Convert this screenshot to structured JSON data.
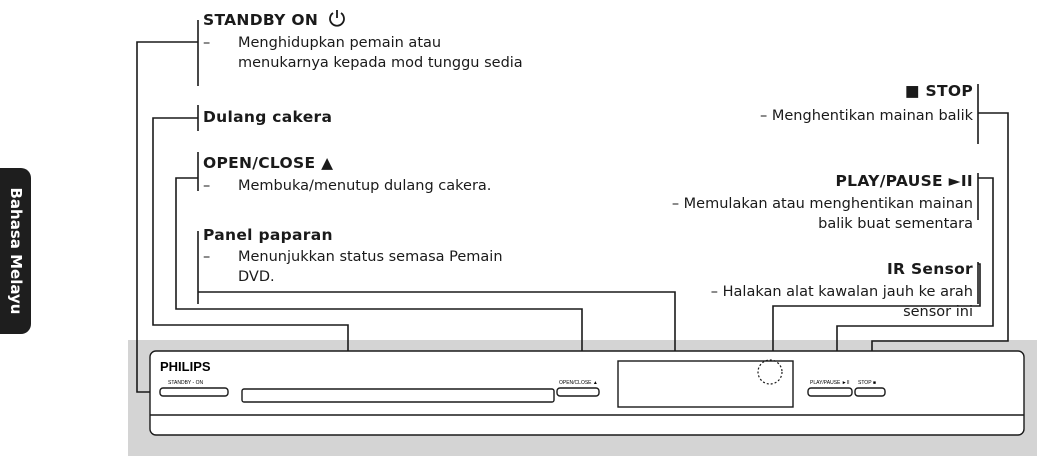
{
  "side_tab": "Bahasa Melayu",
  "left_items": [
    {
      "title": "STANDBY ON",
      "lines": [
        "Menghidupkan pemain atau",
        "menukarnya kepada mod tunggu sedia"
      ]
    },
    {
      "title": "Dulang cakera",
      "lines": []
    },
    {
      "title": "OPEN/CLOSE ▲",
      "lines": [
        "Membuka/menutup dulang cakera."
      ]
    },
    {
      "title": "Panel paparan",
      "lines": [
        "Menunjukkan status semasa Pemain",
        "DVD."
      ]
    }
  ],
  "right_items": [
    {
      "title": "■ STOP",
      "lines": [
        "– Menghentikan mainan balik"
      ]
    },
    {
      "title": "PLAY/PAUSE ►II",
      "lines": [
        "– Memulakan atau menghentikan mainan",
        "balik buat sementara"
      ]
    },
    {
      "title": "IR Sensor",
      "lines": [
        "– Halakan alat kawalan jauh ke arah",
        "sensor ini"
      ]
    }
  ],
  "dash": "–",
  "device": {
    "brand": "PHILIPS",
    "standby_label": "STANDBY - ON",
    "open_close_label": "OPEN/CLOSE ▲",
    "play_pause_label": "PLAY/PAUSE ►II",
    "stop_label": "STOP ■"
  },
  "colors": {
    "ink": "#1a1a1a",
    "band": "#d4d4d4",
    "tab": "#1e1e1e"
  }
}
